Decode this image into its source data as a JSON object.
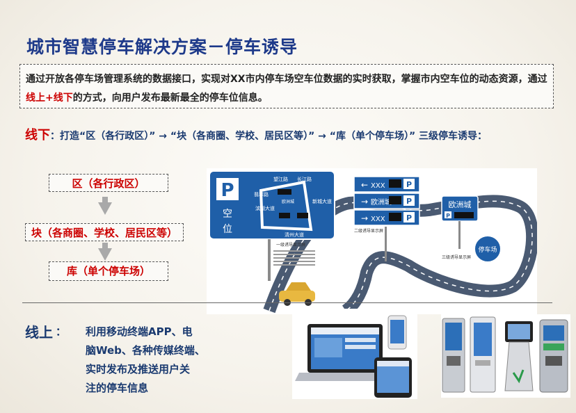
{
  "title": "城市智慧停车解决方案－停车诱导",
  "intro": {
    "part1": "通过开放各停车场管理系统的数据接口，实现对XX市内停车场空车位数据的实时获取，掌握市内空车位的动态资源，通过",
    "highlight": "线上+线下",
    "part2": "的方式，向用户发布最新最全的停车位信息。"
  },
  "offline": {
    "keyword": "线下",
    "text": "：打造“区（各行政区）” → “块（各商圈、学校、居民区等）” → “库（单个停车场）” 三级停车诱导："
  },
  "levels": [
    "区（各行政区）",
    "块（各商圈、学校、居民区等）",
    "库（单个停车场）"
  ],
  "sign": {
    "parking_letter": "P",
    "vacant_chars": [
      "空",
      "位"
    ],
    "roads": [
      "望江路",
      "长江路",
      "新城大道",
      "滨湖大道",
      "翡翠路",
      "清州大道"
    ],
    "center": "欧洲城",
    "row_labels": [
      "XXX",
      "欧洲城",
      "XXX"
    ],
    "single_sign": "欧洲城",
    "parking_lot": "停车场",
    "caption1": "一级诱导显示屏",
    "caption2": "二级诱导显示屏",
    "caption3": "三级诱导显示屏"
  },
  "online": {
    "label": "线上",
    "colon": "：",
    "lines": [
      "利用移动终端APP、电",
      "脑Web、各种传媒终端、",
      "实时发布及推送用户关",
      "注的停车信息"
    ]
  },
  "colors": {
    "title": "#1e3a8a",
    "accent": "#c00000",
    "sign_blue": "#1f5fa8",
    "road": "#4a5a72"
  }
}
